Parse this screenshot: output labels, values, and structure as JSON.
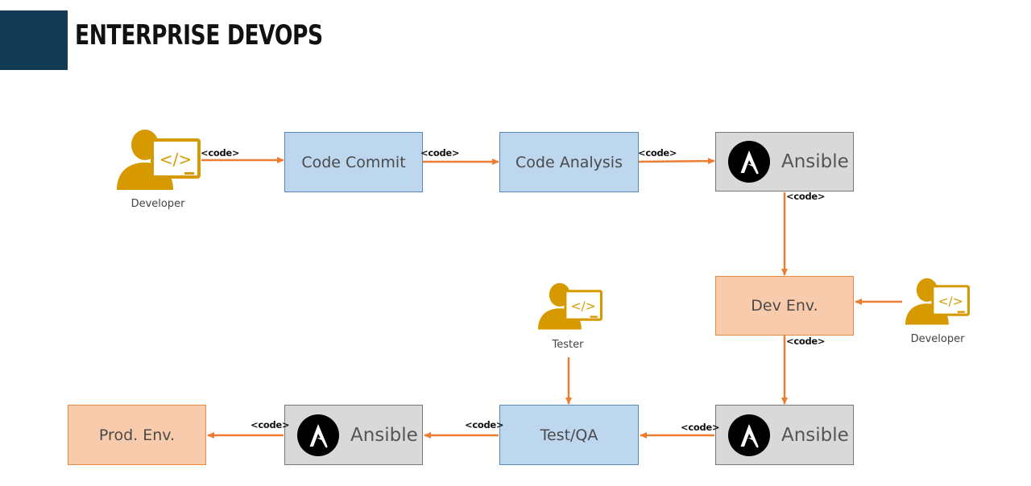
{
  "header": {
    "title": "ENTERPRISE DEVOPS"
  },
  "people": {
    "developer_left": "Developer",
    "developer_right": "Developer",
    "tester": "Tester"
  },
  "nodes": {
    "code_commit": "Code Commit",
    "code_analysis": "Code Analysis",
    "ansible_top": "Ansible",
    "dev_env": "Dev Env.",
    "ansible_bottom_right": "Ansible",
    "test_qa": "Test/QA",
    "ansible_bottom_left": "Ansible",
    "prod_env": "Prod. Env."
  },
  "edge_labels": {
    "dev_to_commit": "<code>",
    "commit_to_analysis": "<code>",
    "analysis_to_ansible": "<code>",
    "ansible_to_dev": "<code>",
    "dev_to_ansible": "<code>",
    "ansible_to_test": "<code>",
    "test_to_ansible": "<code>",
    "ansible_to_prod": "<code>"
  },
  "colors": {
    "accent": "#123a52",
    "arrow": "#ed7d31",
    "person": "#d69a00",
    "blue_box": "#bdd7ee",
    "peach_box": "#f8cbad",
    "gray_box": "#d9d9d9"
  }
}
